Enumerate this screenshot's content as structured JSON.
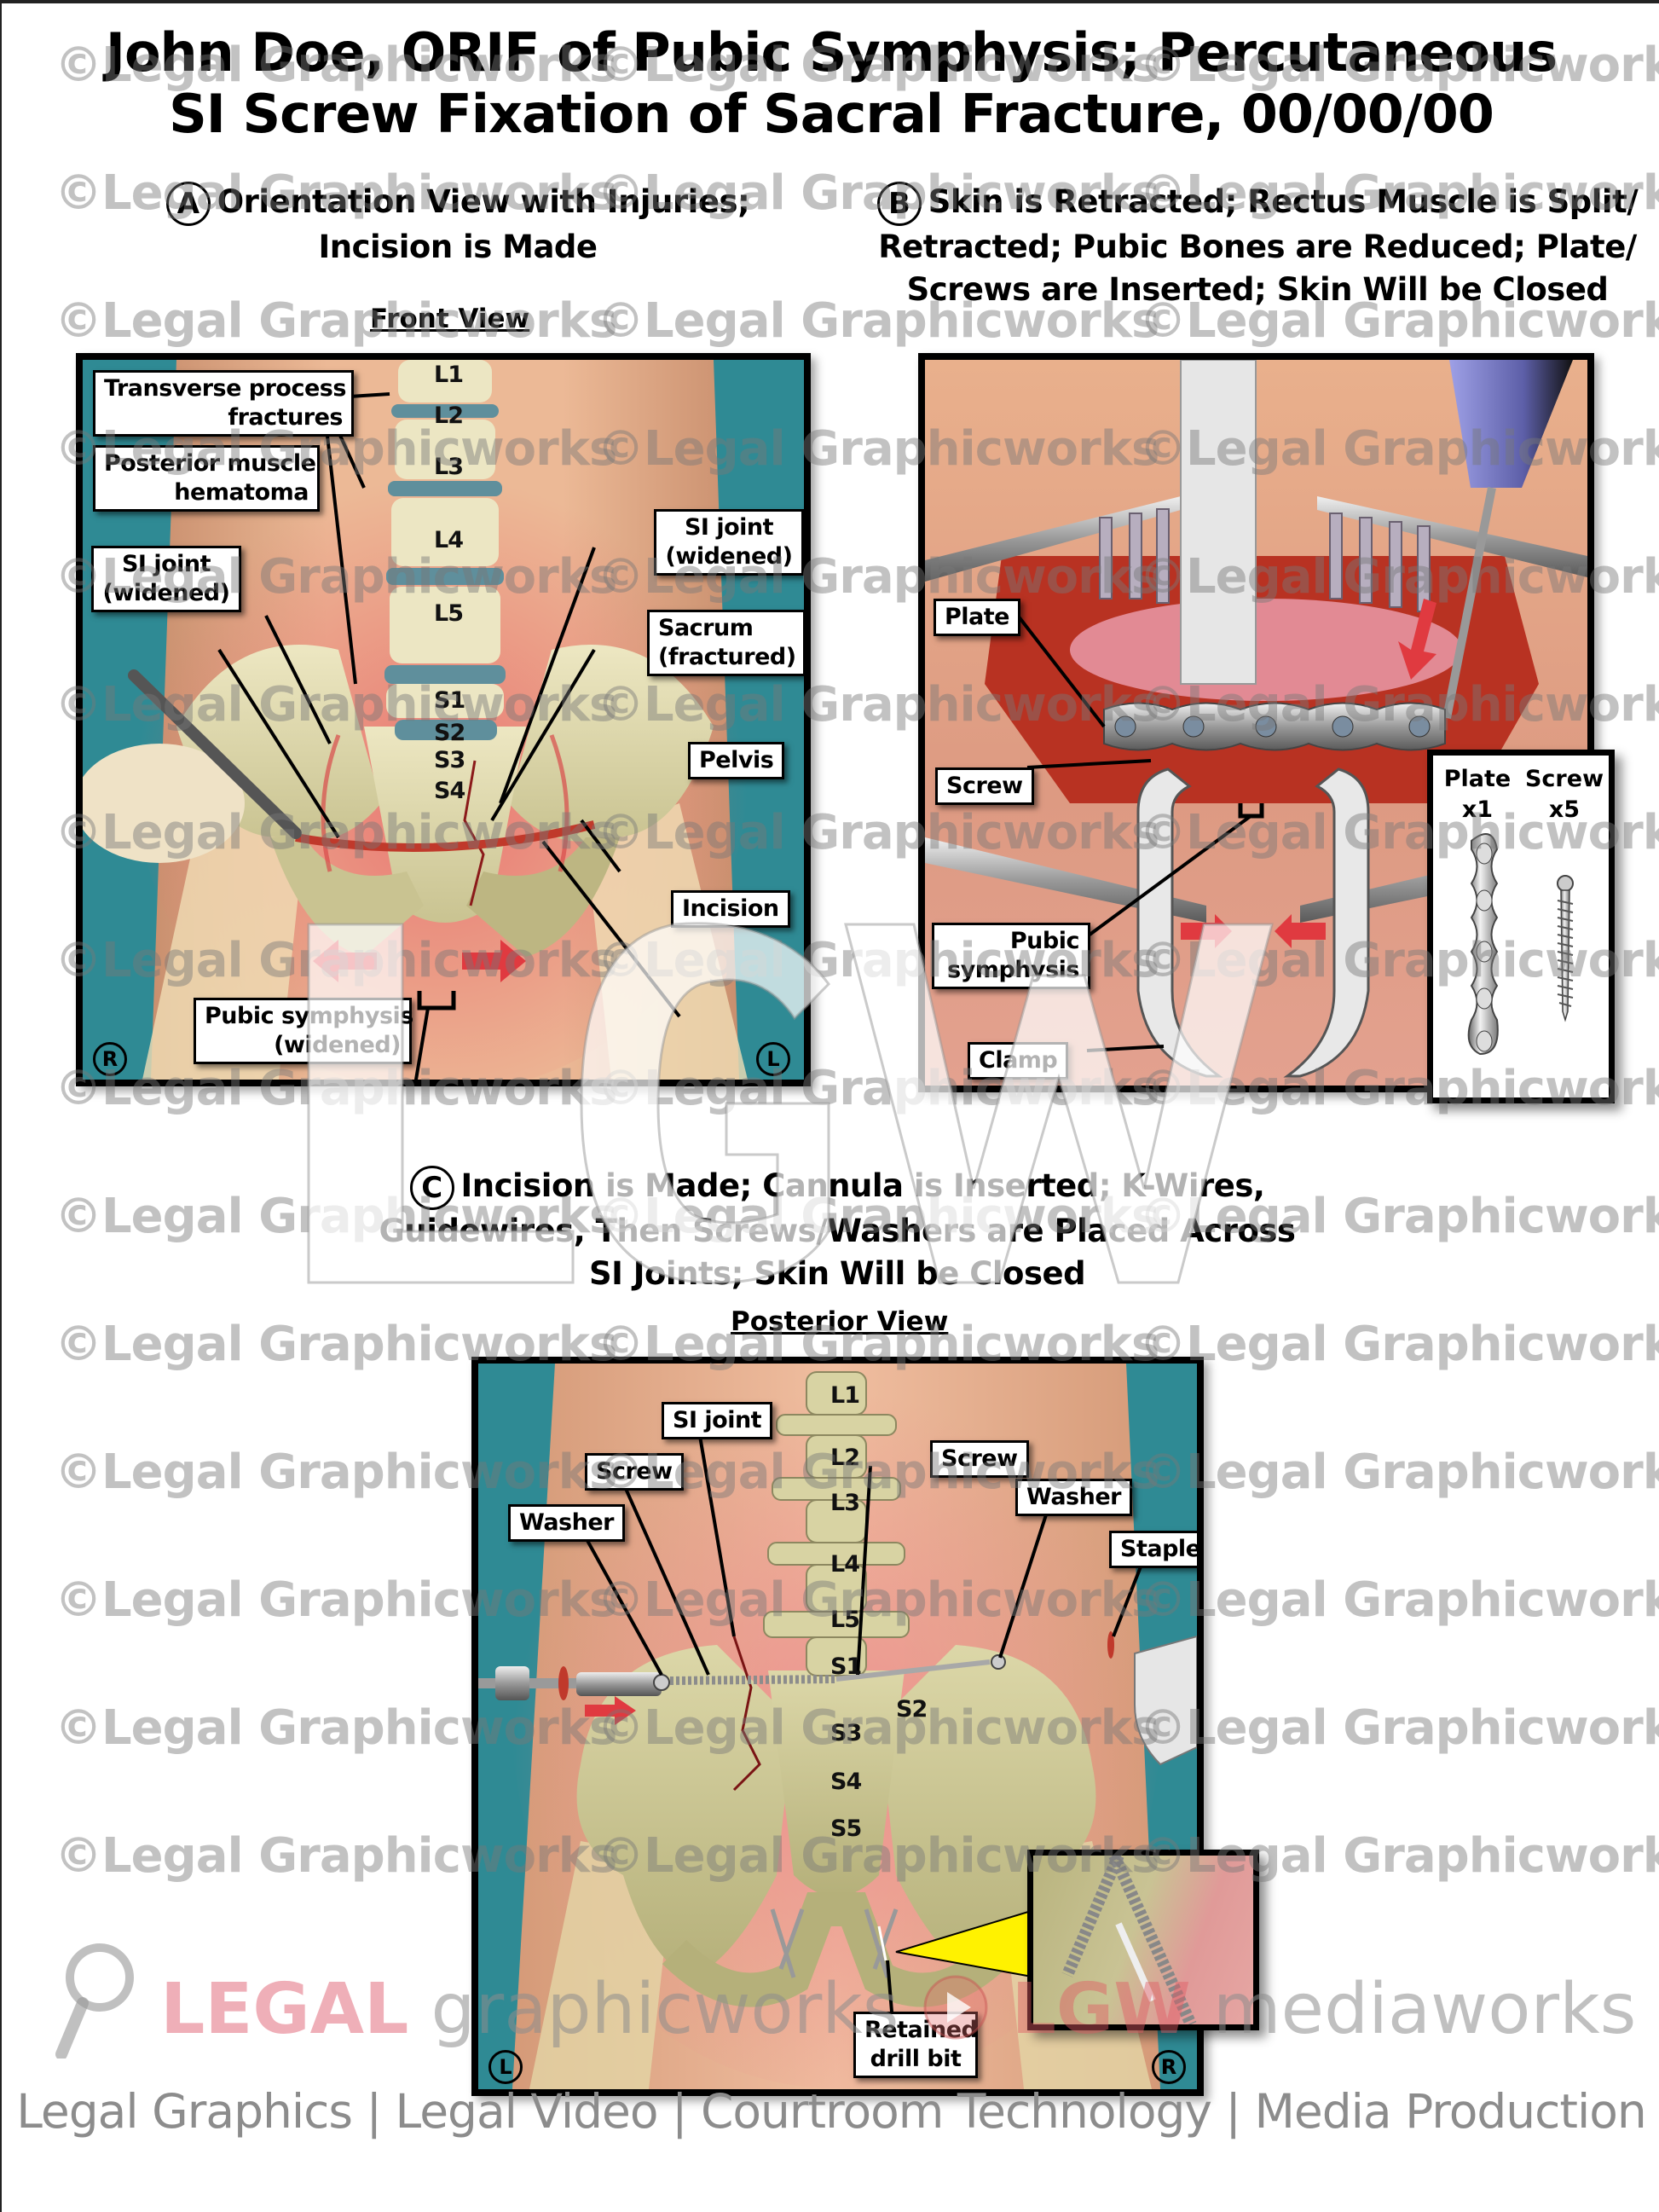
{
  "title": {
    "line1": "John Doe, ORIF of Pubic Symphysis; Percutaneous",
    "line2": "SI Screw Fixation of Sacral Fracture, 00/00/00"
  },
  "watermark": {
    "text": "©Legal Graphicworks",
    "large_mark": "LGW"
  },
  "panel_a": {
    "letter": "A",
    "heading_line1": "Orientation View with Injuries;",
    "heading_line2": "Incision is Made",
    "view_label": "Front View",
    "labels": {
      "transverse_line1": "Transverse process",
      "transverse_line2": "fractures",
      "hematoma_line1": "Posterior muscle",
      "hematoma_line2": "hematoma",
      "si_left_line1": "SI joint",
      "si_left_line2": "(widened)",
      "si_right_line1": "SI joint",
      "si_right_line2": "(widened)",
      "sacrum_line1": "Sacrum",
      "sacrum_line2": "(fractured)",
      "pelvis": "Pelvis",
      "incision": "Incision",
      "pubic_line1": "Pubic symphysis",
      "pubic_line2": "(widened)"
    },
    "vertebrae": [
      "L1",
      "L2",
      "L3",
      "L4",
      "L5",
      "S1",
      "S2",
      "S3",
      "S4"
    ],
    "orientation_left": "R",
    "orientation_right": "L"
  },
  "panel_b": {
    "letter": "B",
    "heading_line1": "Skin is Retracted; Rectus Muscle is Split/",
    "heading_line2": "Retracted; Pubic Bones are Reduced; Plate/",
    "heading_line3": "Screws are Inserted; Skin Will be Closed",
    "labels": {
      "plate": "Plate",
      "screw": "Screw",
      "pubic_line1": "Pubic",
      "pubic_line2": "symphysis",
      "clamp": "Clamp"
    },
    "inventory": {
      "plate_label": "Plate",
      "plate_count": "x1",
      "screw_label": "Screw",
      "screw_count": "x5"
    }
  },
  "panel_c": {
    "letter": "C",
    "heading_line1": "Incision is Made; Cannula is Inserted; K-Wires,",
    "heading_line2": "Guidewires, Then Screws/Washers are Placed Across",
    "heading_line3": "SI Joints; Skin Will be Closed",
    "view_label": "Posterior View",
    "labels": {
      "si_joint": "SI joint",
      "screw_left": "Screw",
      "washer_left": "Washer",
      "screw_right": "Screw",
      "washer_right": "Washer",
      "staple": "Staple",
      "drill_line1": "Retained",
      "drill_line2": "drill bit"
    },
    "vertebrae": [
      "L1",
      "L2",
      "L3",
      "L4",
      "L5",
      "S1",
      "S2",
      "S3",
      "S4",
      "S5"
    ],
    "orientation_left": "L",
    "orientation_right": "R"
  },
  "branding": {
    "legal": "LEGAL",
    "graphicworks": "graphicworks",
    "lgw": "LGW",
    "mediaworks": "mediaworks",
    "tagline": "Legal Graphics | Legal Video | Courtroom Technology | Media Production"
  },
  "colors": {
    "drape_teal": "#2f8a94",
    "skin": "#e8b08c",
    "bone": "#d8d3a6",
    "disc": "#5f8f9c",
    "wound_red": "#c0392b",
    "arrow_red": "#e03a40",
    "callout_yellow": "#fff200"
  }
}
